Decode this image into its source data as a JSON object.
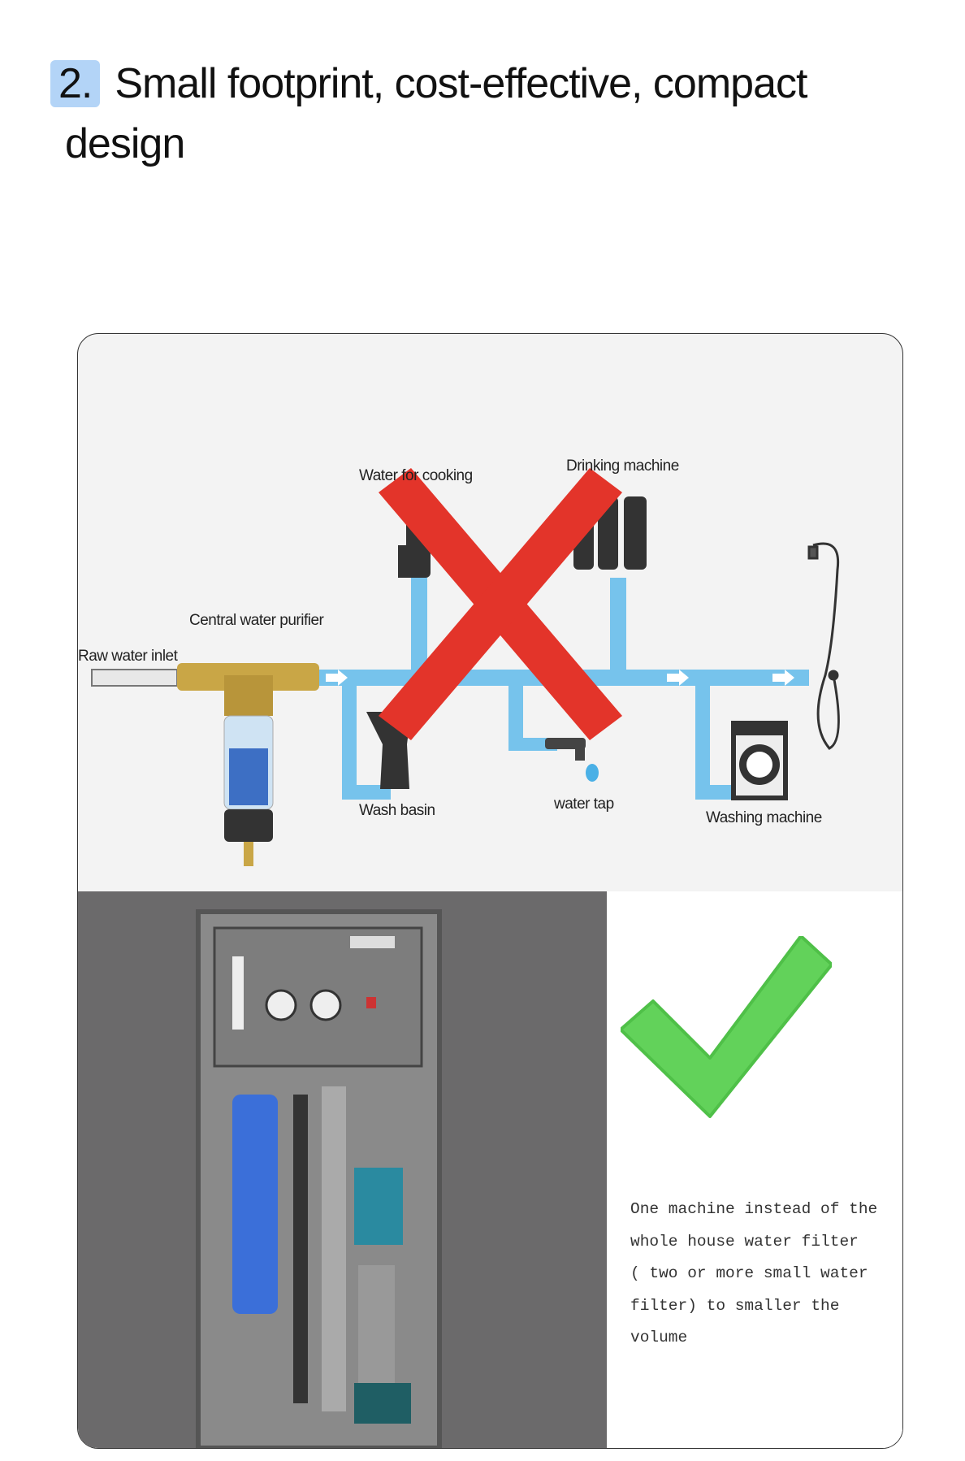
{
  "heading": {
    "number": "2.",
    "line1": "Small footprint, cost-effective, compact",
    "line2": "design"
  },
  "diagram": {
    "labels": {
      "raw_water_inlet": "Raw water inlet",
      "central_purifier": "Central water purifier",
      "water_for_cooking": "Water for cooking",
      "drinking_machine": "Drinking machine",
      "wash_basin": "Wash basin",
      "water_tap": "water tap",
      "washing_machine": "Washing machine"
    },
    "colors": {
      "pipe": "#76c3ec",
      "cross": "#e3342a",
      "check": "#62d25a"
    }
  },
  "description": "One machine instead of the\nwhole house water filter\n( two or more small water\nfilter) to  smaller the\nvolume"
}
